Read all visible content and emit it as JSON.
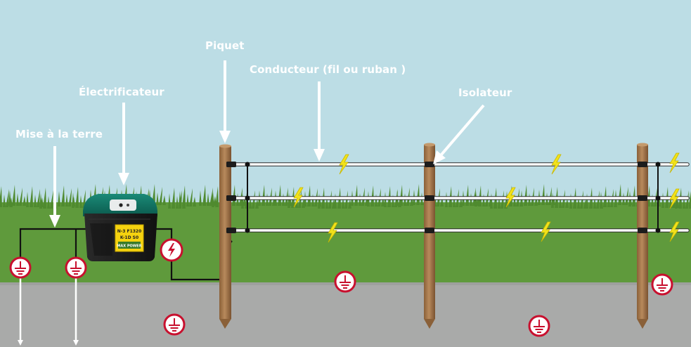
{
  "labels": {
    "ground": "Mise à la terre",
    "energizer": "Électrificateur",
    "post": "Piquet",
    "conductor": "Conducteur (fil ou ruban )",
    "insulator": "Isolateur"
  },
  "energizer": {
    "model_text_line1": "N-3 F1320",
    "model_text_line2": "K-1D S0",
    "model_text_line3": "MAX POWER"
  },
  "colors": {
    "sky": "#bcdde5",
    "grass": "#5f9a3c",
    "ground": "#a9aaa9",
    "post": "#a67c52",
    "wire": "#ffffff",
    "insulator": "#1c1c1c",
    "earth_symbol": "#c8102e",
    "bolt": "#f2e21b",
    "energizer_body": "#1e1e1e",
    "energizer_lid": "#0f6e5e"
  },
  "icons": {
    "earth": "earth-ground-icon",
    "bolt": "lightning-bolt-icon",
    "high_voltage": "high-voltage-icon",
    "arrow": "arrow-down-icon"
  }
}
